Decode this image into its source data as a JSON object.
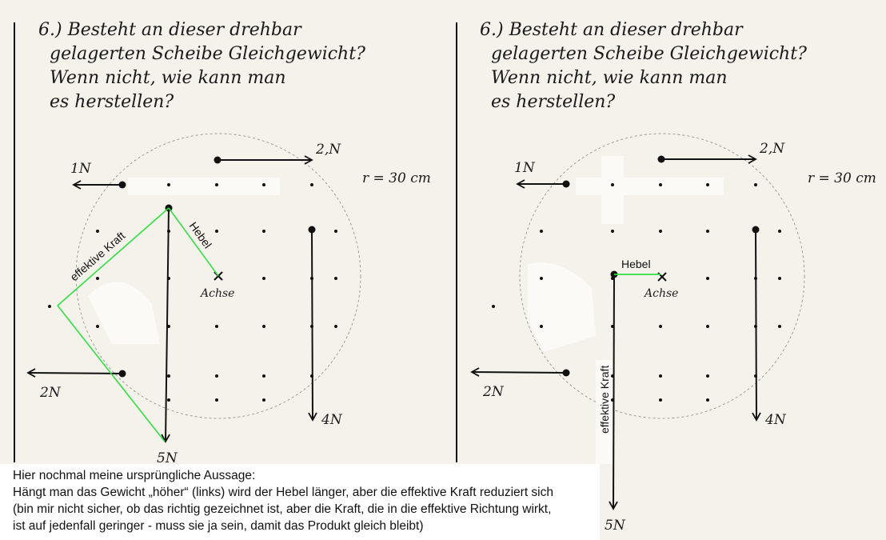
{
  "panels": [
    {
      "question": [
        "6.) Besteht an dieser drehbar",
        "gelagerten Scheibe Gleichgewicht?",
        "Wenn nicht, wie kann man",
        "es herstellen?"
      ],
      "forces": {
        "top_right": "2,N",
        "top_left": "1N",
        "down_center": "5N",
        "down_right": "4N",
        "bottom_left": "2N"
      },
      "radius": "r = 30 cm",
      "axis": "Achse",
      "lever": "Hebel",
      "effective_force": "effektive Kraft"
    },
    {
      "question": [
        "6.) Besteht an dieser drehbar",
        "gelagerten Scheibe Gleichgewicht?",
        "Wenn nicht, wie kann man",
        "es herstellen?"
      ],
      "forces": {
        "top_right": "2,N",
        "top_left": "1N",
        "down_center": "5N",
        "down_right": "4N",
        "bottom_left": "2N"
      },
      "radius": "r = 30 cm",
      "axis": "Achse",
      "lever": "Hebel",
      "effective_force": "effektive Kraft"
    }
  ],
  "caption": [
    "Hier nochmal meine ursprüngliche Aussage:",
    "Hängt man das Gewicht „höher“ (links) wird der Hebel länger, aber die effektive Kraft reduziert sich",
    "(bin mir nicht sicher, ob das richtig gezeichnet ist, aber die Kraft, die in die effektive Richtung wirkt,",
    "ist auf jedenfall geringer - muss sie ja sein, damit das Produkt gleich bleibt)"
  ],
  "colors": {
    "annotation": "#33dd44",
    "ink": "#111111",
    "paper": "#f4f2eb"
  }
}
